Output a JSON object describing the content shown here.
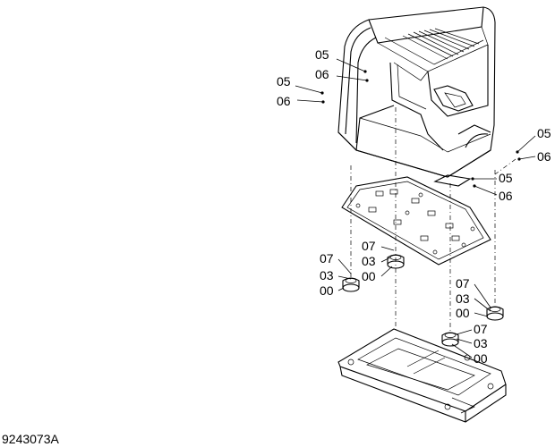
{
  "drawing_code": "9243073A",
  "callouts": [
    {
      "id": "c1",
      "text": "05"
    },
    {
      "id": "c2",
      "text": "06"
    },
    {
      "id": "c3",
      "text": "05"
    },
    {
      "id": "c4",
      "text": "06"
    },
    {
      "id": "c5",
      "text": "05"
    },
    {
      "id": "c6",
      "text": "06"
    },
    {
      "id": "c7",
      "text": "05"
    },
    {
      "id": "c8",
      "text": "06"
    },
    {
      "id": "c9",
      "text": "07"
    },
    {
      "id": "c10",
      "text": "03"
    },
    {
      "id": "c11",
      "text": "00"
    },
    {
      "id": "c12",
      "text": "07"
    },
    {
      "id": "c13",
      "text": "03"
    },
    {
      "id": "c14",
      "text": "00"
    },
    {
      "id": "c15",
      "text": "07"
    },
    {
      "id": "c16",
      "text": "03"
    },
    {
      "id": "c17",
      "text": "00"
    },
    {
      "id": "c18",
      "text": "07"
    },
    {
      "id": "c19",
      "text": "03"
    },
    {
      "id": "c20",
      "text": "00"
    }
  ]
}
